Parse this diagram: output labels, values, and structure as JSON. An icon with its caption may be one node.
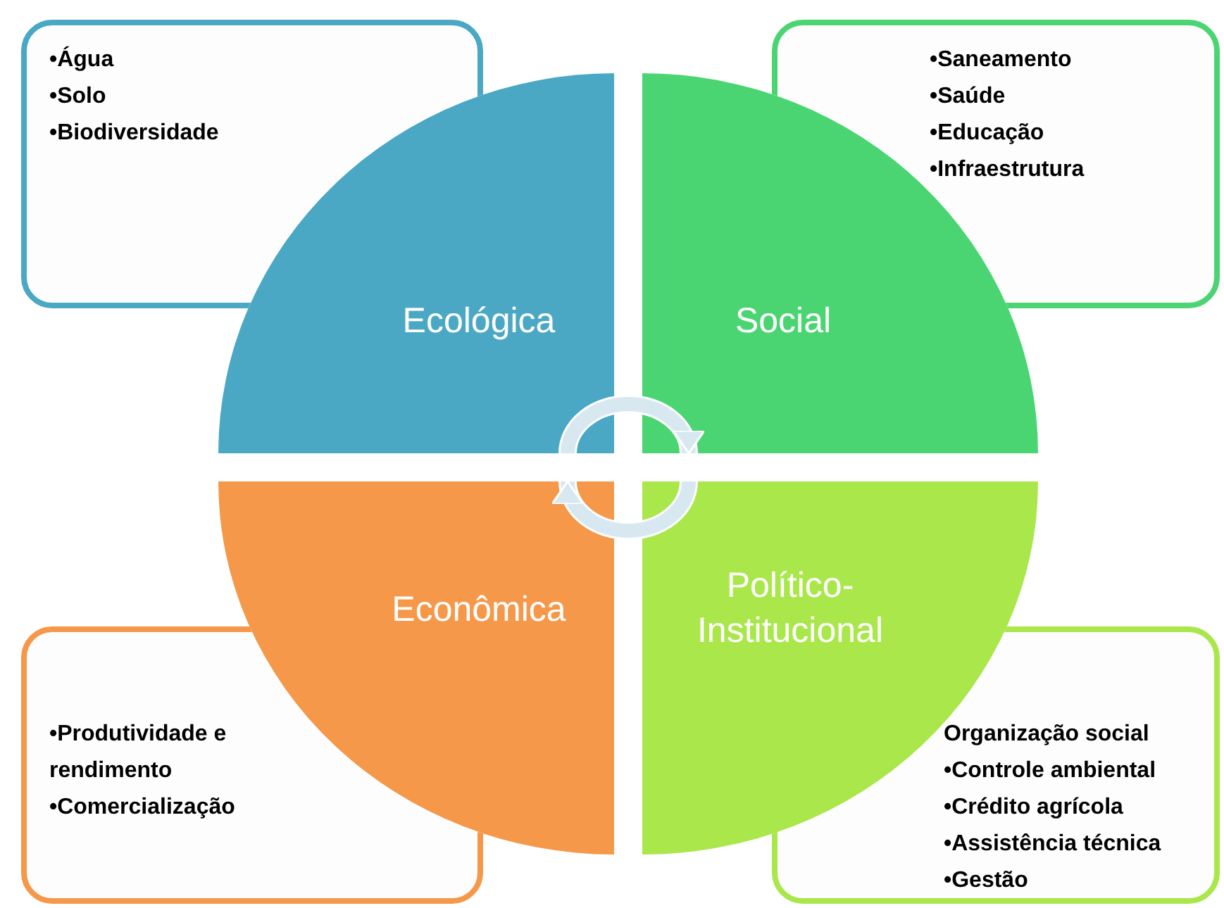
{
  "diagram": {
    "nodes": [
      {
        "text": [
          "•Água",
          "•Solo",
          "•Biodiversidade"
        ]
      },
      {
        "text": [
          "•Saneamento",
          "•Saúde",
          "•Educação",
          "•Infraestrutura"
        ]
      },
      {
        "text": [
          "Ecológica"
        ]
      },
      {
        "text": [
          "Social"
        ]
      },
      {
        "text": [
          "Econômica"
        ]
      },
      {
        "text": [
          "Político-Institucional"
        ]
      },
      {
        "text": [
          "•Produtividade e rendimento",
          "•Comercialização"
        ]
      },
      {
        "text": [
          "Organização social",
          "•Controle ambiental",
          "•Crédito agrícola",
          "•Assistência técnica",
          "•Gestão"
        ]
      }
    ],
    "edges": [
      {
        "from": 2,
        "to": 3,
        "arrow": "to"
      },
      {
        "from": 5,
        "to": 4,
        "arrow": "to"
      }
    ]
  }
}
